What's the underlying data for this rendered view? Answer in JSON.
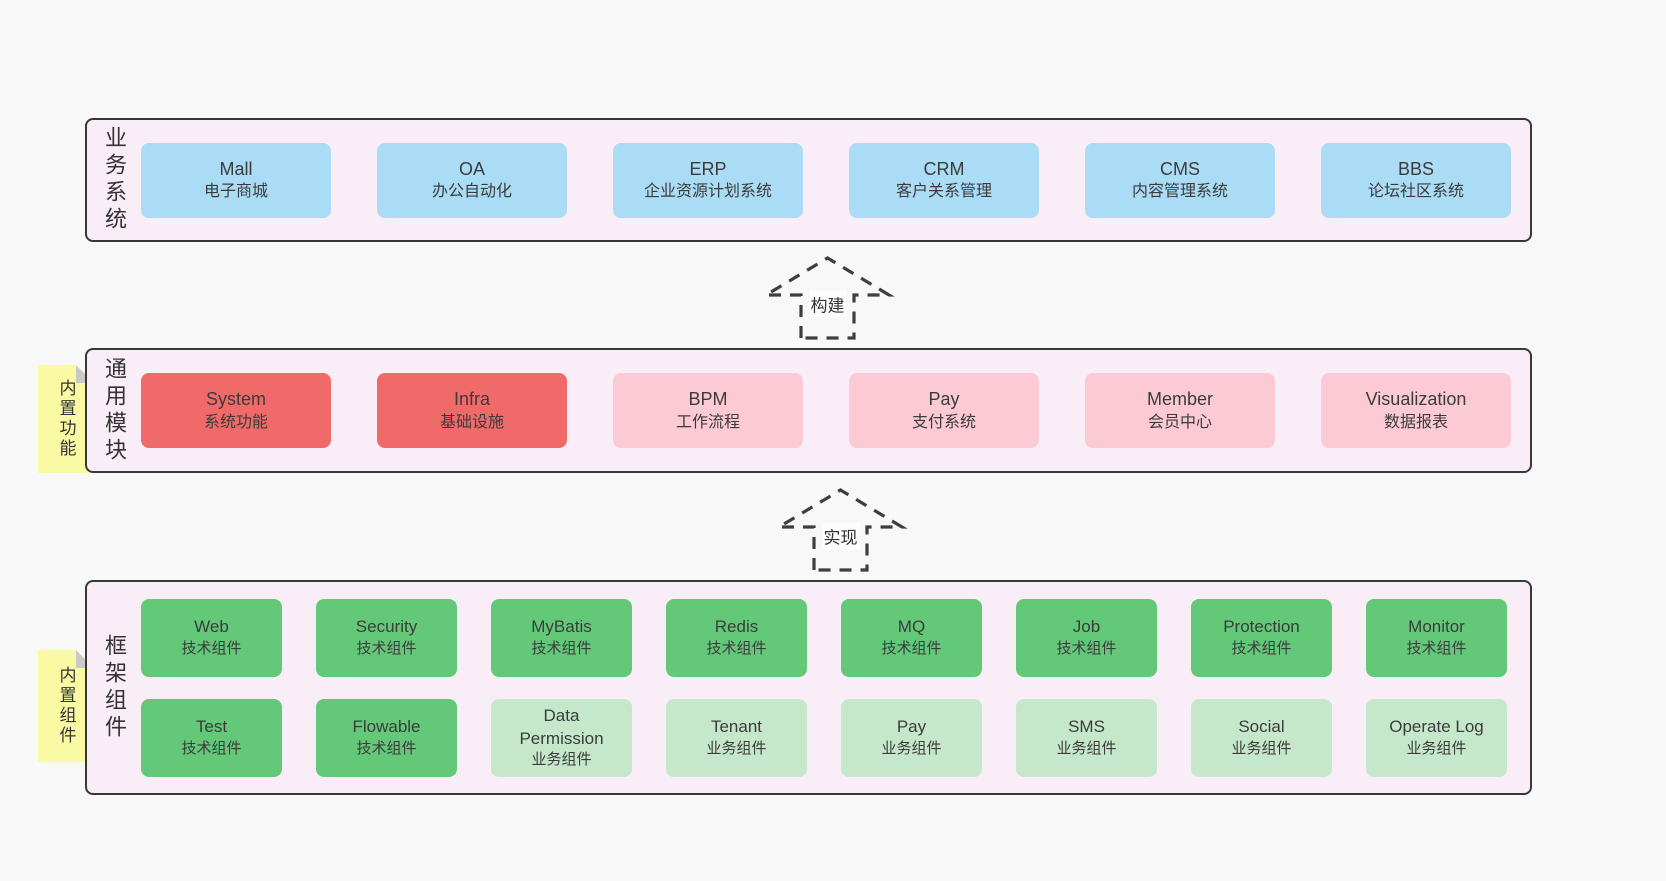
{
  "diagram": {
    "page_bg": "#f8f8f8",
    "band_bg": "#f9edf7",
    "band_border": "#383838"
  },
  "palette": {
    "blue": "#abdcf5",
    "red": "#f16a6a",
    "pink": "#fccad4",
    "green": "#63c979",
    "light_green": "#c5e8ca",
    "sticky_yellow": "#fafaa4"
  },
  "arrows": [
    {
      "label": "构建"
    },
    {
      "label": "实现"
    }
  ],
  "bands": [
    {
      "key": "business-systems",
      "title": "业务系统",
      "sticky": null,
      "rows": [
        [
          {
            "en": "Mall",
            "zh": "电子商城",
            "color": "blue"
          },
          {
            "en": "OA",
            "zh": "办公自动化",
            "color": "blue"
          },
          {
            "en": "ERP",
            "zh": "企业资源计划系统",
            "color": "blue"
          },
          {
            "en": "CRM",
            "zh": "客户关系管理",
            "color": "blue"
          },
          {
            "en": "CMS",
            "zh": "内容管理系统",
            "color": "blue"
          },
          {
            "en": "BBS",
            "zh": "论坛社区系统",
            "color": "blue"
          }
        ]
      ]
    },
    {
      "key": "common-modules",
      "title": "通用模块",
      "sticky": "内置功能",
      "rows": [
        [
          {
            "en": "System",
            "zh": "系统功能",
            "color": "red"
          },
          {
            "en": "Infra",
            "zh": "基础设施",
            "color": "red"
          },
          {
            "en": "BPM",
            "zh": "工作流程",
            "color": "pink"
          },
          {
            "en": "Pay",
            "zh": "支付系统",
            "color": "pink"
          },
          {
            "en": "Member",
            "zh": "会员中心",
            "color": "pink"
          },
          {
            "en": "Visualization",
            "zh": "数据报表",
            "color": "pink"
          }
        ]
      ]
    },
    {
      "key": "framework-components",
      "title": "框架组件",
      "sticky": "内置组件",
      "rows": [
        [
          {
            "en": "Web",
            "zh": "技术组件",
            "color": "green"
          },
          {
            "en": "Security",
            "zh": "技术组件",
            "color": "green"
          },
          {
            "en": "MyBatis",
            "zh": "技术组件",
            "color": "green"
          },
          {
            "en": "Redis",
            "zh": "技术组件",
            "color": "green"
          },
          {
            "en": "MQ",
            "zh": "技术组件",
            "color": "green"
          },
          {
            "en": "Job",
            "zh": "技术组件",
            "color": "green"
          },
          {
            "en": "Protection",
            "zh": "技术组件",
            "color": "green"
          },
          {
            "en": "Monitor",
            "zh": "技术组件",
            "color": "green"
          }
        ],
        [
          {
            "en": "Test",
            "zh": "技术组件",
            "color": "green"
          },
          {
            "en": "Flowable",
            "zh": "技术组件",
            "color": "green"
          },
          {
            "en": "Data Permission",
            "zh": "业务组件",
            "color": "light_green"
          },
          {
            "en": "Tenant",
            "zh": "业务组件",
            "color": "light_green"
          },
          {
            "en": "Pay",
            "zh": "业务组件",
            "color": "light_green"
          },
          {
            "en": "SMS",
            "zh": "业务组件",
            "color": "light_green"
          },
          {
            "en": "Social",
            "zh": "业务组件",
            "color": "light_green"
          },
          {
            "en": "Operate Log",
            "zh": "业务组件",
            "color": "light_green"
          }
        ]
      ]
    }
  ]
}
